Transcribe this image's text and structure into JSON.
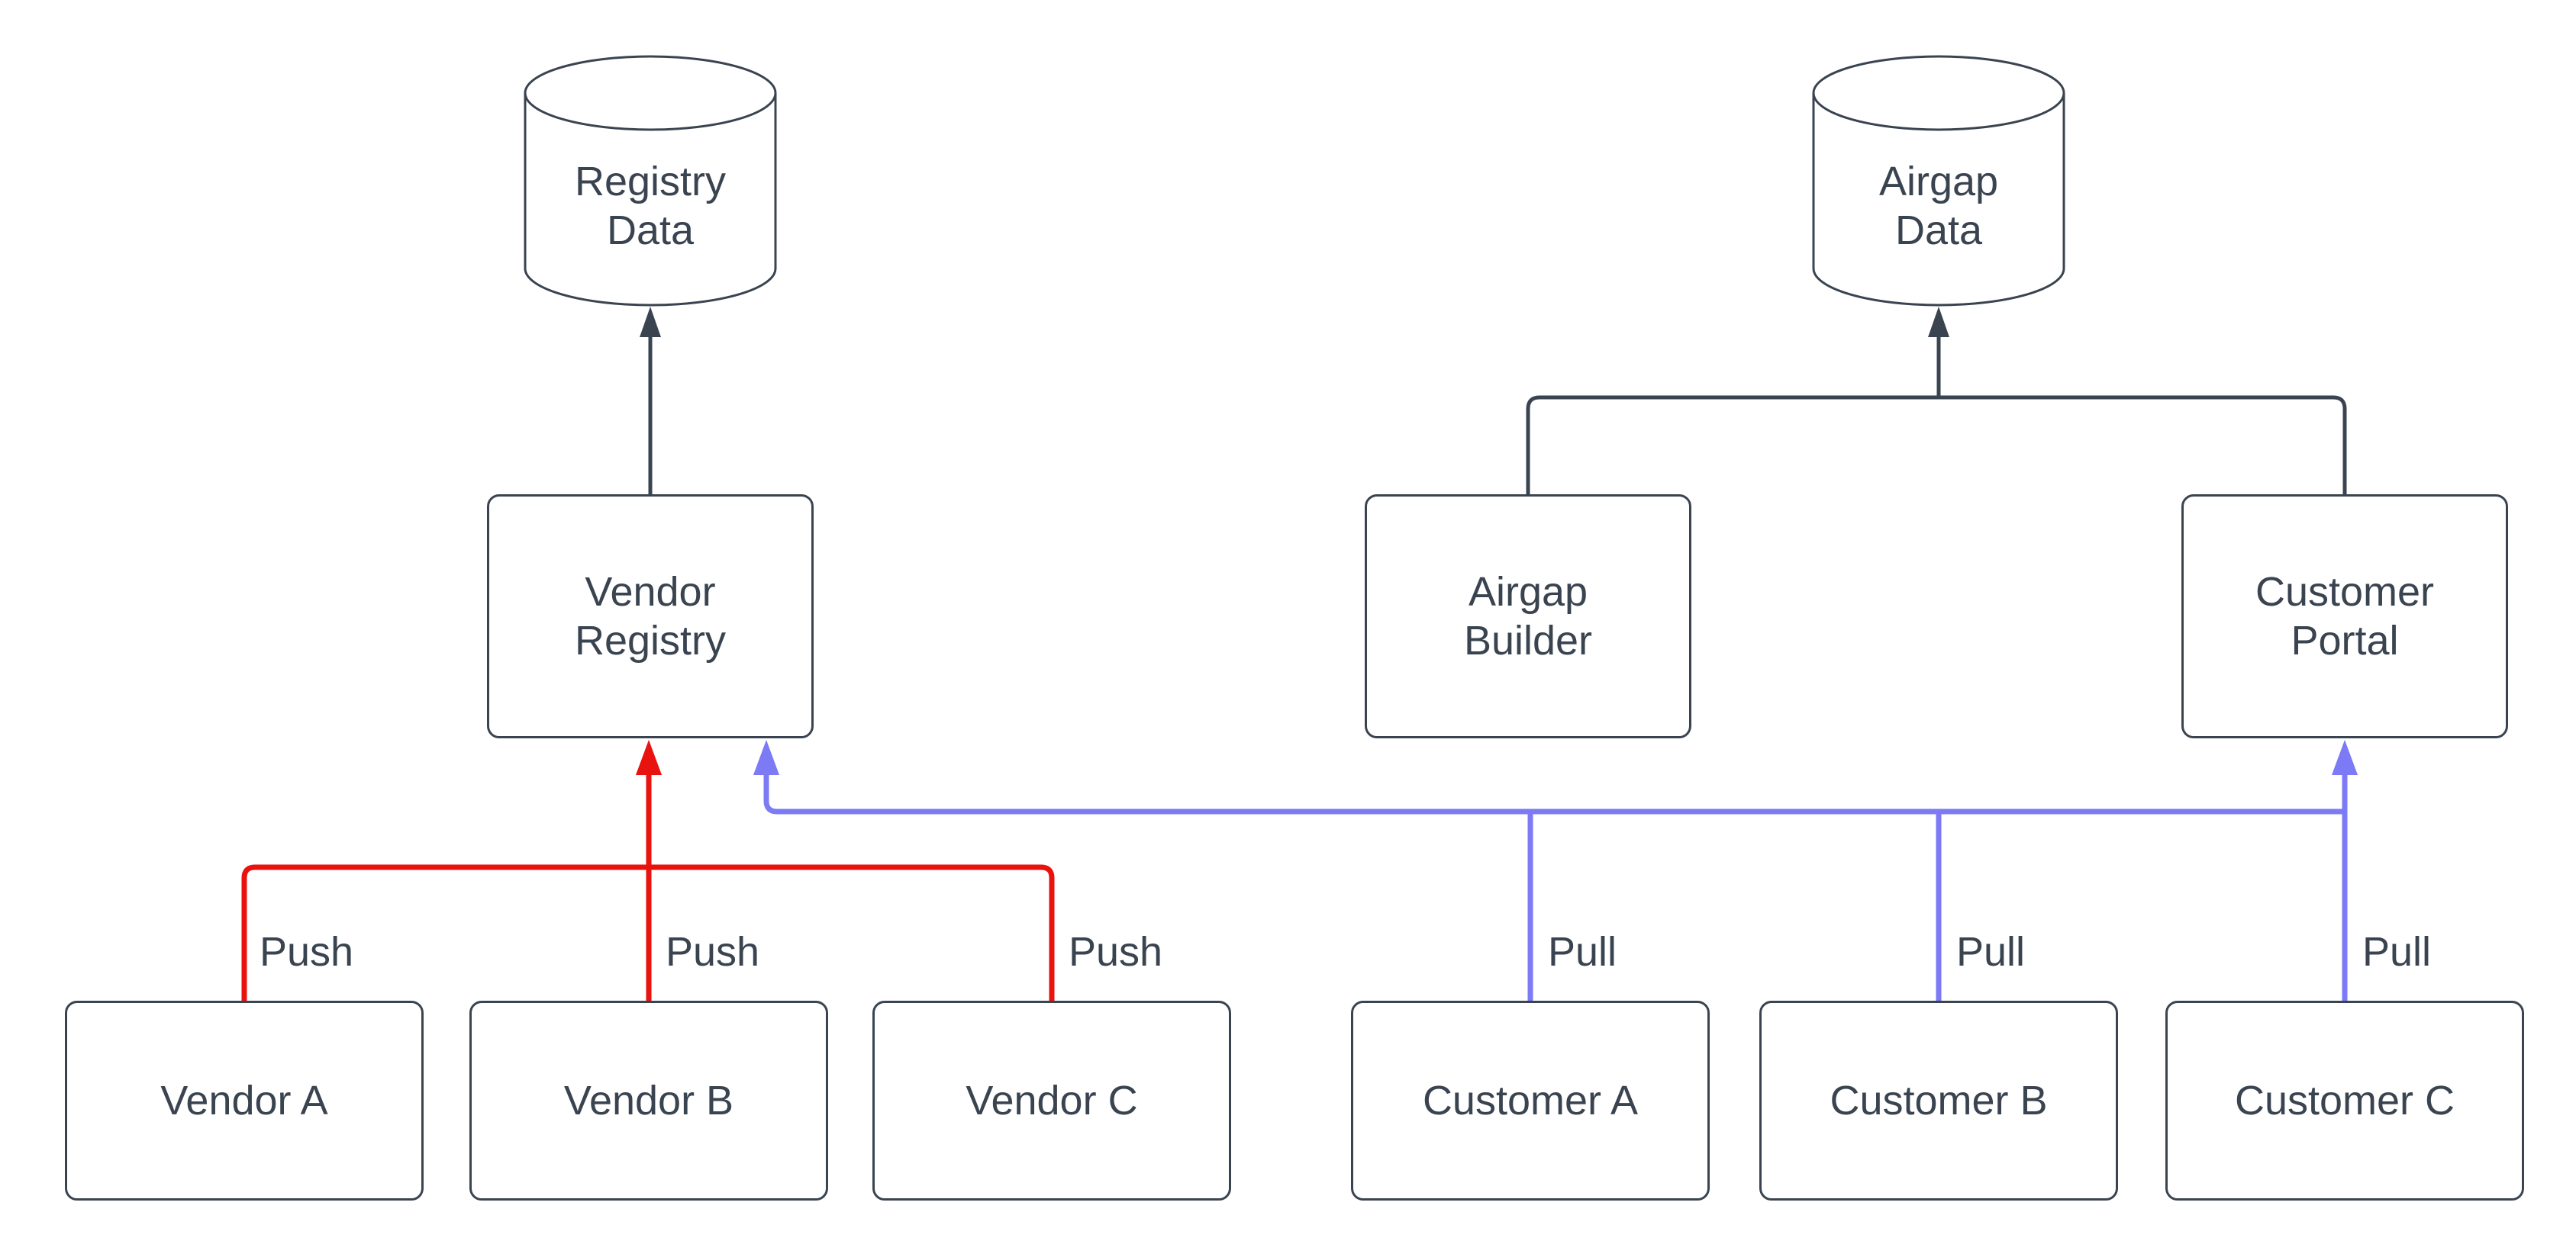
{
  "colors": {
    "background": "#FFFFFF",
    "stroke": "#3A4450",
    "text": "#3A4450",
    "push": "#E8120E",
    "pull": "#7C7AF5"
  },
  "nodes": {
    "registry_data": {
      "label": "Registry\nData"
    },
    "airgap_data": {
      "label": "Airgap\nData"
    },
    "vendor_registry": {
      "label": "Vendor\nRegistry"
    },
    "airgap_builder": {
      "label": "Airgap\nBuilder"
    },
    "customer_portal": {
      "label": "Customer\nPortal"
    },
    "vendor_a": {
      "label": "Vendor A"
    },
    "vendor_b": {
      "label": "Vendor B"
    },
    "vendor_c": {
      "label": "Vendor C"
    },
    "customer_a": {
      "label": "Customer A"
    },
    "customer_b": {
      "label": "Customer B"
    },
    "customer_c": {
      "label": "Customer C"
    }
  },
  "edge_labels": {
    "push_vendor_a": "Push",
    "push_vendor_b": "Push",
    "push_vendor_c": "Push",
    "pull_customer_a": "Pull",
    "pull_customer_b": "Pull",
    "pull_customer_c": "Pull"
  }
}
